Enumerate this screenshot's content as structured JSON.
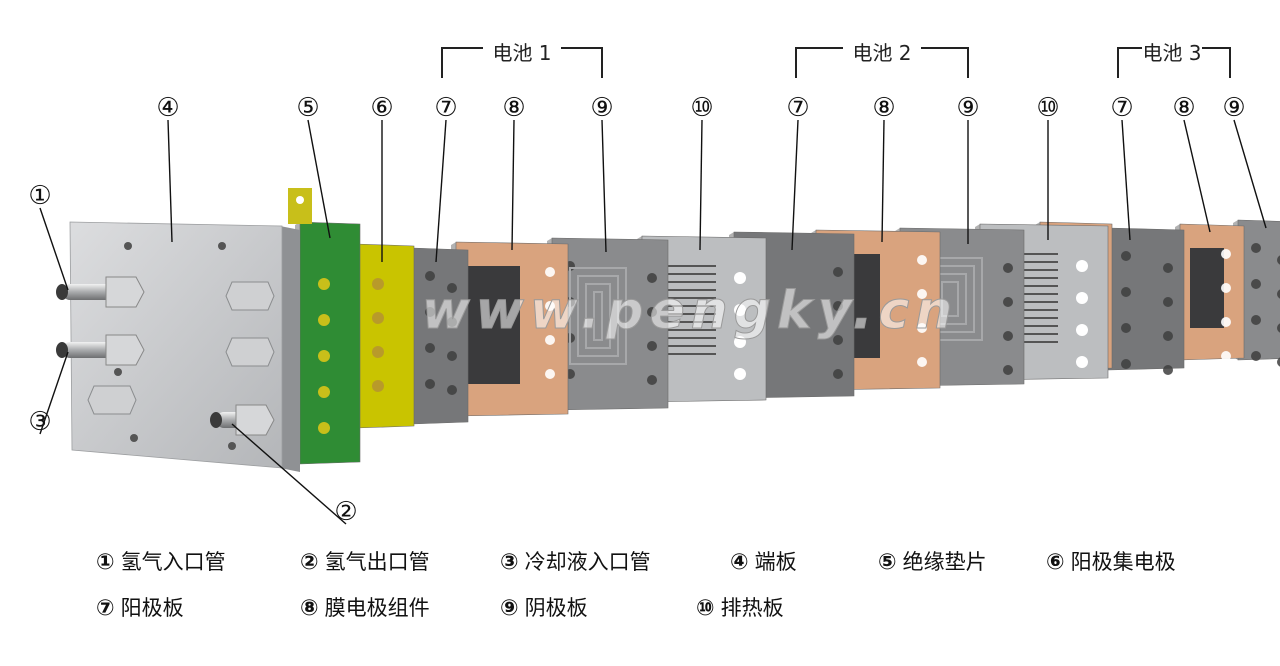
{
  "diagram": {
    "callout_numbers": [
      "①",
      "②",
      "③",
      "④",
      "⑤",
      "⑥",
      "⑦",
      "⑧",
      "⑨",
      "⑩"
    ],
    "watermark": "www.pengky.cn",
    "groups": [
      {
        "label": "电池 1"
      },
      {
        "label": "电池 2"
      },
      {
        "label": "电池 3"
      }
    ],
    "colors": {
      "end_plate": "#c9cacc",
      "insulation_gasket": "#2f8c34",
      "anode_collector": "#c9c400",
      "anode_plate": "#767779",
      "mea_frame": "#d9a37e",
      "mea_core": "#3a3a3c",
      "cathode_plate": "#8a8b8d",
      "heat_plate": "#bcbec0"
    }
  },
  "legend": [
    {
      "num": "①",
      "label": "氢气入口管"
    },
    {
      "num": "②",
      "label": "氢气出口管"
    },
    {
      "num": "③",
      "label": "冷却液入口管"
    },
    {
      "num": "④",
      "label": "端板"
    },
    {
      "num": "⑤",
      "label": "绝缘垫片"
    },
    {
      "num": "⑥",
      "label": "阳极集电极"
    },
    {
      "num": "⑦",
      "label": "阳极板"
    },
    {
      "num": "⑧",
      "label": "膜电极组件"
    },
    {
      "num": "⑨",
      "label": "阴极板"
    },
    {
      "num": "⑩",
      "label": "排热板"
    }
  ]
}
